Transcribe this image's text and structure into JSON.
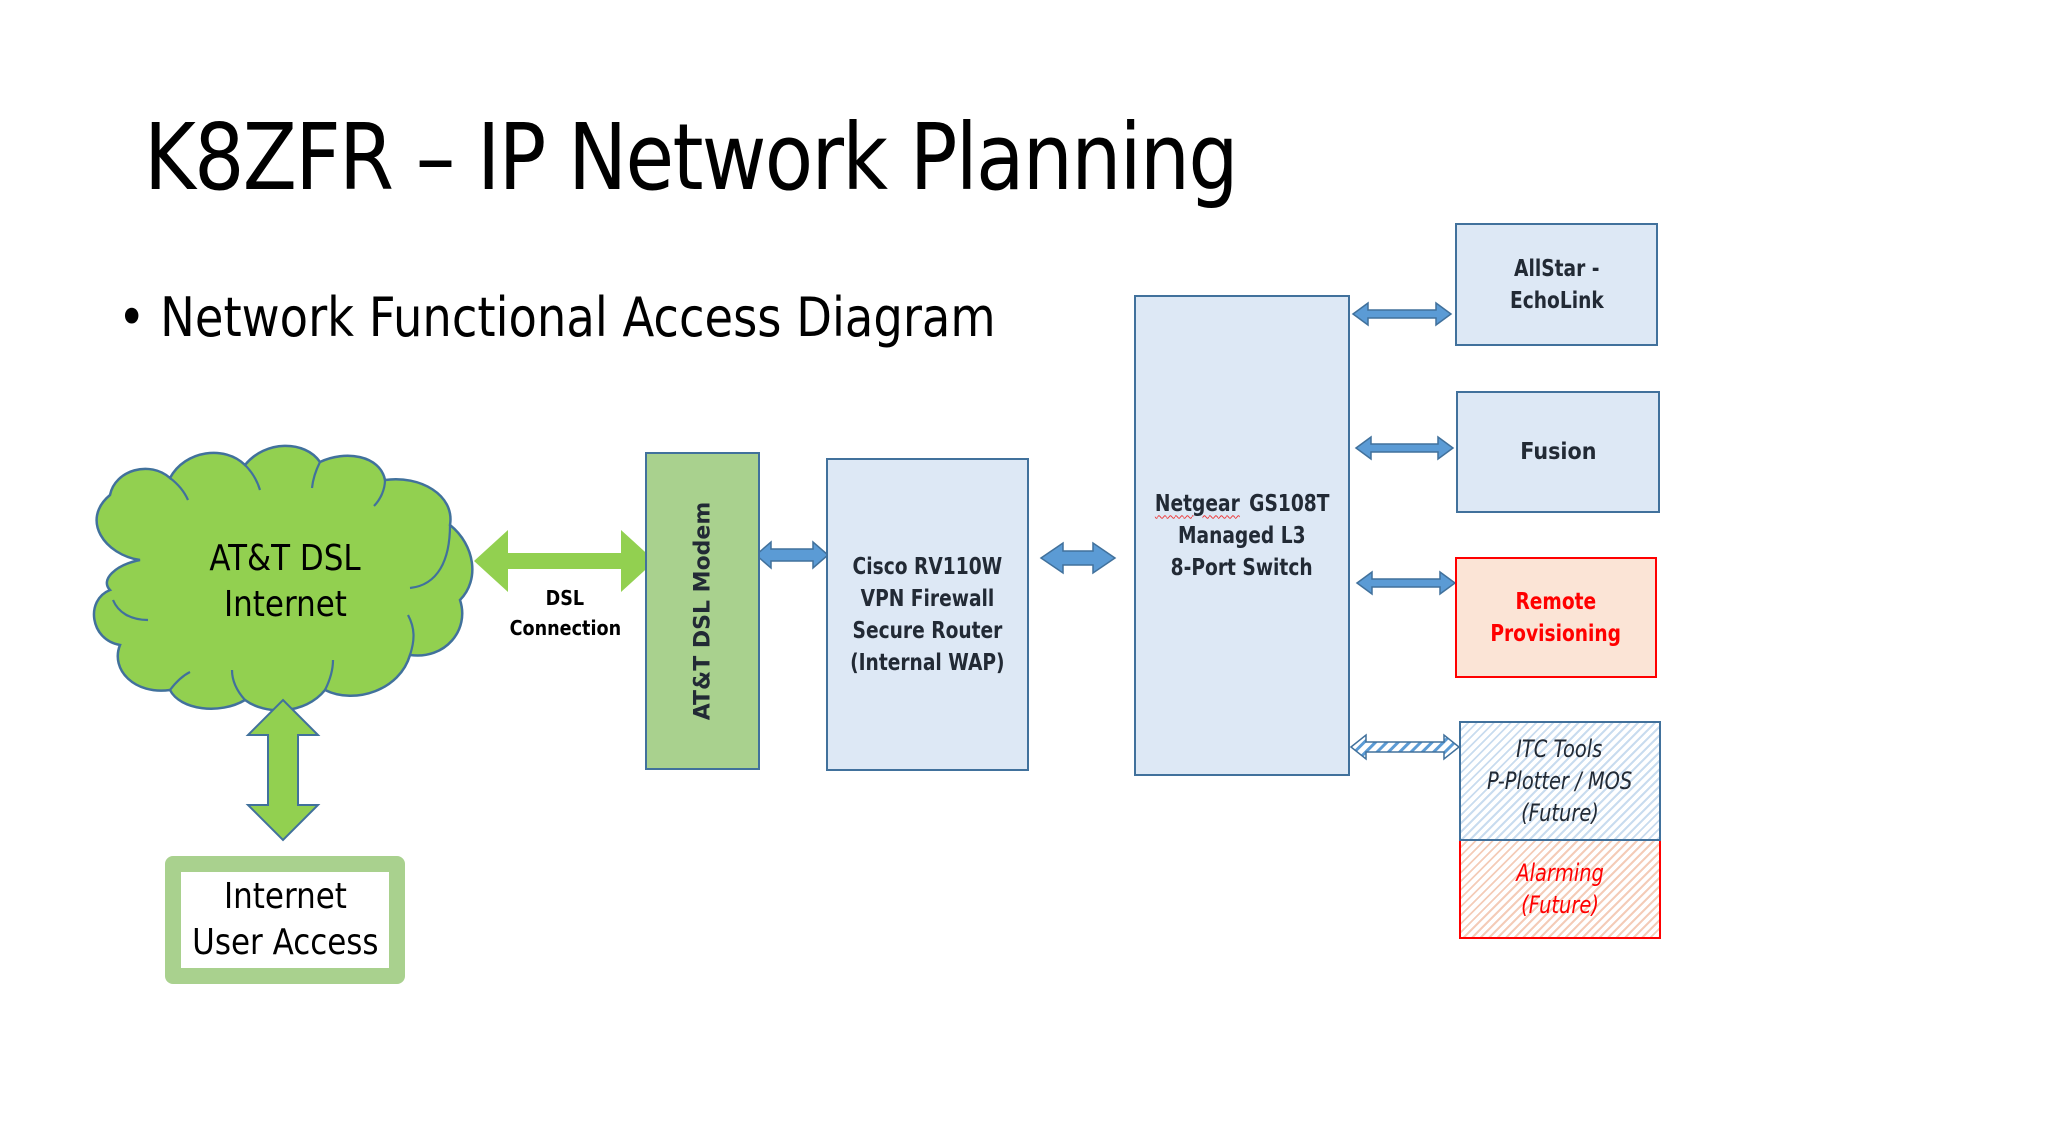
{
  "slide": {
    "title": "K8ZFR – IP Network Planning",
    "bullet": "Network Functional Access Diagram"
  },
  "nodes": {
    "cloud": {
      "line1": "AT&T DSL",
      "line2": "Internet",
      "fill": "#92d050",
      "stroke": "#41719c"
    },
    "user_access": {
      "line1": "Internet",
      "line2": "User Access"
    },
    "dsl_connection": {
      "line1": "DSL",
      "line2": "Connection"
    },
    "modem": {
      "label": "AT&T DSL Modem",
      "fill": "#a9d18e"
    },
    "router": {
      "line1": "Cisco RV110W",
      "line2": "VPN Firewall",
      "line3": "Secure Router",
      "line4": "(Internal WAP)"
    },
    "switch": {
      "line1_a": "Netgear",
      "line1_b": " GS108T",
      "line2": "Managed L3",
      "line3": "8-Port Switch"
    },
    "allstar": {
      "line1": "AllStar -",
      "line2": "EchoLink"
    },
    "fusion": {
      "line1": "Fusion"
    },
    "remote": {
      "line1": "Remote",
      "line2": "Provisioning"
    },
    "itc": {
      "line1": "ITC Tools",
      "line2": "P-Plotter / MOS",
      "line3": "(Future)"
    },
    "alarming": {
      "line1": "Alarming",
      "line2": "(Future)"
    }
  },
  "colors": {
    "arrow_blue": "#5b9bd5",
    "arrow_blue_stroke": "#41719c",
    "arrow_green": "#92d050",
    "box_blue": "#dde8f5",
    "alert_red": "#ff0000"
  }
}
